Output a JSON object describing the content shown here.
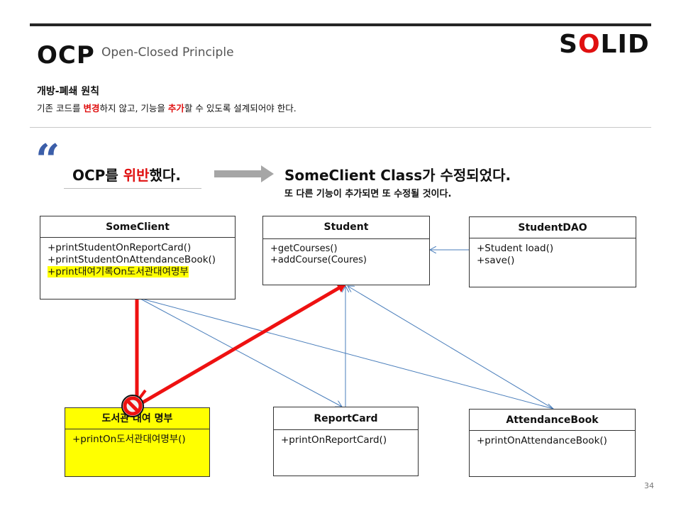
{
  "header": {
    "title": "OCP",
    "subtitle": "Open-Closed Principle",
    "brand_prefix": "S",
    "brand_highlight": "O",
    "brand_suffix": "LID",
    "brand_highlight_color": "#e01010"
  },
  "principle": {
    "heading": "개방-폐쇄 원칙",
    "desc_part1": "기존 코드를 ",
    "desc_highlight1": "변경",
    "desc_part2": "하지 않고, 기능을 ",
    "desc_highlight2": "추가",
    "desc_part3": "할 수 있도록 설계되어야 한다."
  },
  "callout": {
    "quote_icon": "quote-icon",
    "violation_prefix": "OCP를 ",
    "violation_highlight": "위반",
    "violation_suffix": "했다.",
    "claim_main": "SomeClient Class가 수정되었다.",
    "claim_sub": "또 다른 기능이 추가되면 또 수정될 것이다."
  },
  "diagram": {
    "some_client": {
      "name": "SomeClient",
      "methods": [
        "+printStudentOnReportCard()",
        "+printStudentOnAttendanceBook()",
        "+print대여기록On도서관대여명부"
      ]
    },
    "student": {
      "name": "Student",
      "methods": [
        "+getCourses()",
        "+addCourse(Coures)"
      ]
    },
    "student_dao": {
      "name": "StudentDAO",
      "methods": [
        "+Student load()",
        "+save()"
      ]
    },
    "library": {
      "name": "도서관 대여 명부",
      "methods": [
        "+printOn도서관대여명부()"
      ]
    },
    "report_card": {
      "name": "ReportCard",
      "methods": [
        "+printOnReportCard()"
      ]
    },
    "attendance_book": {
      "name": "AttendanceBook",
      "methods": [
        "+printOnAttendanceBook()"
      ]
    },
    "colors": {
      "highlight": "#ffff00",
      "dependency_line": "#4a7ebb",
      "violation_arrow": "#ee1111"
    }
  },
  "page_number": "34"
}
